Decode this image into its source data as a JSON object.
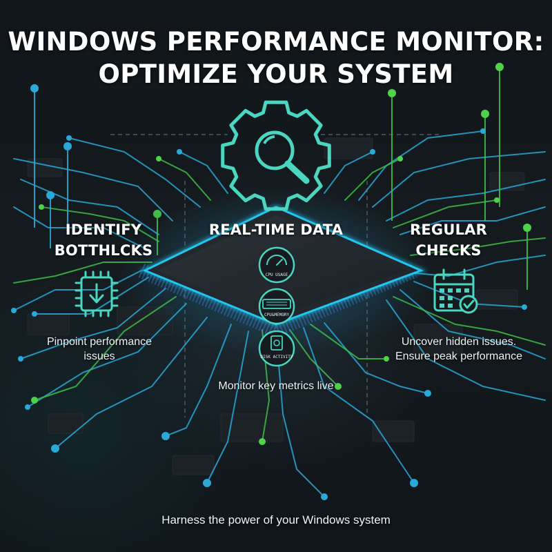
{
  "title": {
    "line1": "WINDOWS PERFORMANCE MONITOR:",
    "line2": "OPTIMIZE YOUR SYSTEM"
  },
  "sections": {
    "left": {
      "heading_line1": "IDENTIFY",
      "heading_line2": "BOTTHLCKS",
      "description_line1": "Pinpoint performance",
      "description_line2": "issues",
      "icon": "cpu-download-icon"
    },
    "center": {
      "heading": "REAL-TIME DATA",
      "description": "Monitor key metrics live",
      "metrics": [
        {
          "label": "CPU USAGE",
          "icon": "gauge-icon"
        },
        {
          "label": "CPU&MEMORY",
          "icon": "memory-module-icon"
        },
        {
          "label": "DISK ACTIVITY",
          "icon": "disk-icon"
        }
      ]
    },
    "right": {
      "heading_line1": "REGULAR",
      "heading_line2": "CHECKS",
      "description_line1": "Uncover hidden issues.",
      "description_line2": "Ensure peak performance",
      "icon": "calendar-check-icon"
    }
  },
  "hero_icon": "gear-magnifier-icon",
  "tagline": "Harness the power of your Windows system",
  "colors": {
    "background": "#121619",
    "accent_cyan": "#4ad6c1",
    "trace_blue": "#2aa8d8",
    "trace_green": "#3fbd48",
    "text": "#ffffff"
  }
}
